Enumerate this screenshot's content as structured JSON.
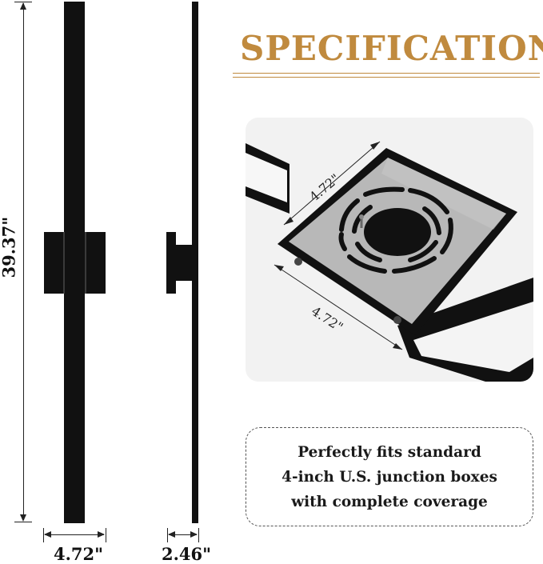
{
  "title": "SPECIFICATION",
  "dimensions": {
    "height": "39.37\"",
    "width": "4.72\"",
    "depth": "2.46\"",
    "plate_width": "4.72\"",
    "plate_length": "4.72\""
  },
  "callout": {
    "line1": "Perfectly fits standard",
    "line2": "4-inch U.S. junction boxes",
    "line3": "with complete coverage"
  },
  "colors": {
    "title": "#c08a3e",
    "fixture": "#111111",
    "plate": "#b8b8b8",
    "diffuser": "#f7f7f7"
  }
}
